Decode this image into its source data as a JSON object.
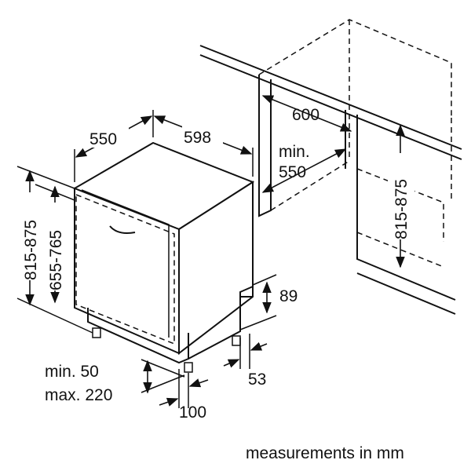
{
  "dimensions": {
    "appliance_depth": "550",
    "appliance_width": "598",
    "niche_width": "600",
    "niche_depth_label": "min.",
    "niche_depth_value": "550",
    "niche_height": "815-875",
    "height_range_outer": "815-875",
    "height_range_inner": "655-765",
    "plinth_height": "89",
    "plinth_gap": "53",
    "foot_range_min": "min. 50",
    "foot_range_max": "max. 220",
    "foot_setback": "100"
  },
  "caption": "measurements in mm"
}
